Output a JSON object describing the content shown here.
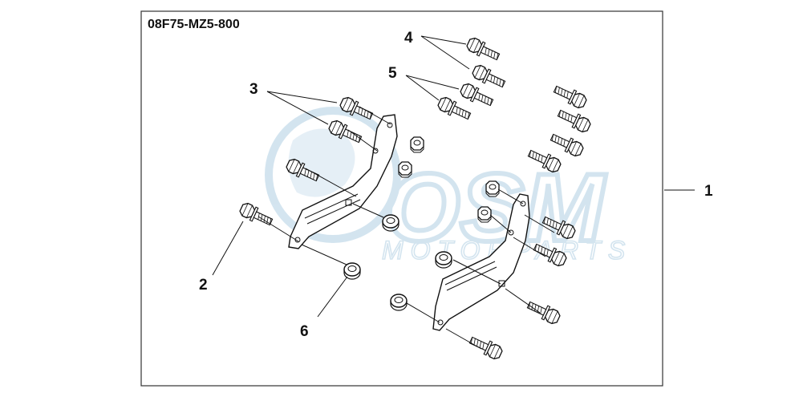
{
  "diagram": {
    "part_code": "08F75-MZ5-800",
    "callouts": {
      "c1": "1",
      "c2": "2",
      "c3": "3",
      "c4": "4",
      "c5": "5",
      "c6": "6"
    },
    "watermark": {
      "logo_text": "OSM",
      "sub_text": "MOTORPARTS",
      "color": "#cfe2ee"
    },
    "colors": {
      "line": "#111111",
      "background": "#ffffff"
    }
  }
}
